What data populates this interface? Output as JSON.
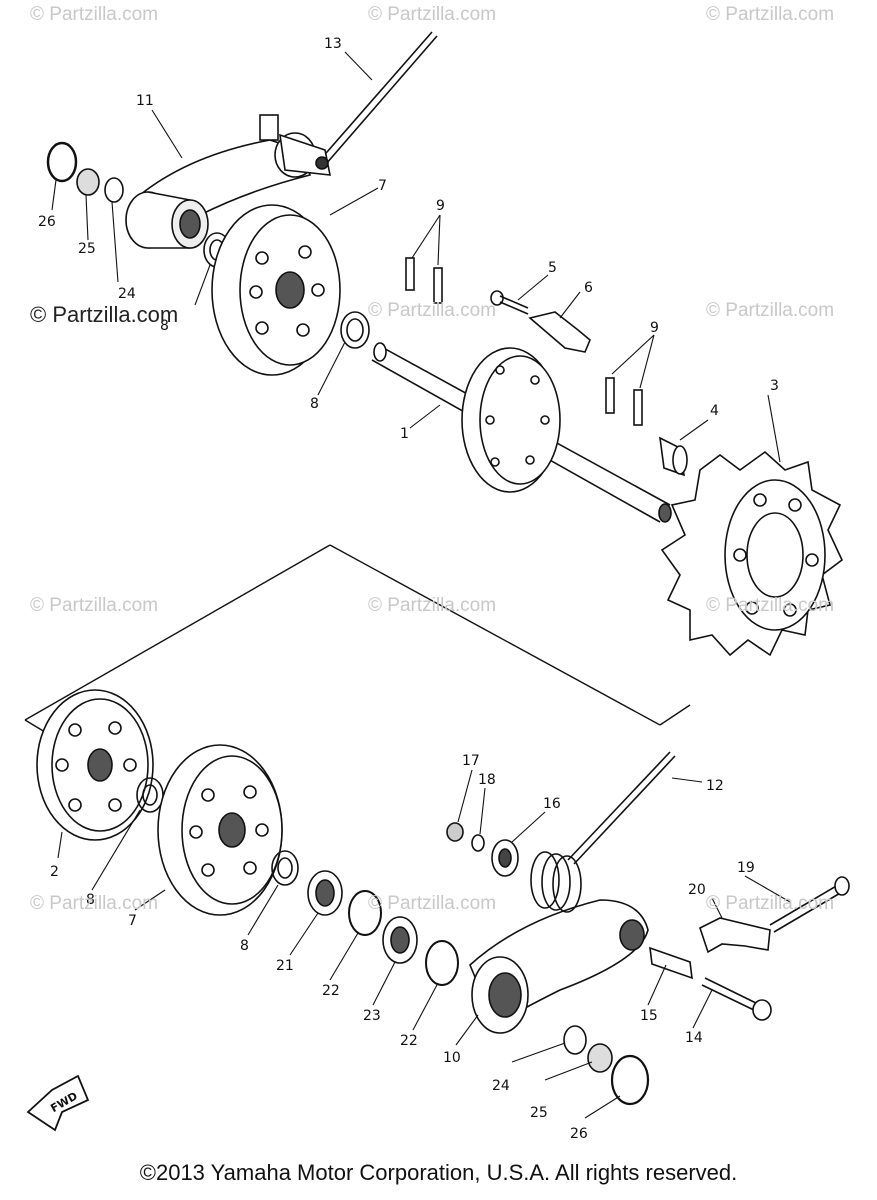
{
  "watermarks": {
    "text": "© Partzilla.com",
    "dark_text": "© Partzilla.com"
  },
  "callouts": [
    "13",
    "11",
    "7",
    "26",
    "25",
    "24",
    "8",
    "9",
    "5",
    "6",
    "8",
    "9",
    "3",
    "4",
    "1",
    "2",
    "8",
    "7",
    "8",
    "21",
    "22",
    "23",
    "22",
    "10",
    "17",
    "18",
    "16",
    "12",
    "19",
    "20",
    "15",
    "14",
    "24",
    "25",
    "26"
  ],
  "fwd_label": "FWD",
  "copyright": "©2013 Yamaha Motor Corporation, U.S.A. All rights reserved."
}
